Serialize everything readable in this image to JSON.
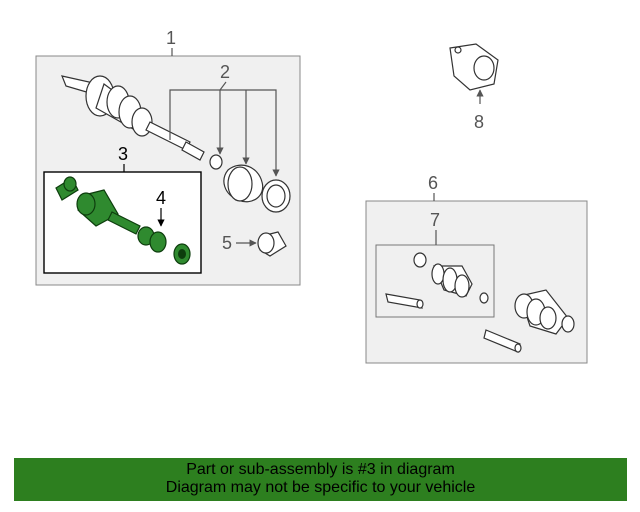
{
  "diagram": {
    "callouts": {
      "c1": "1",
      "c2": "2",
      "c3": "3",
      "c4": "4",
      "c5": "5",
      "c6": "6",
      "c7": "7",
      "c8": "8"
    },
    "highlighted_part": "3",
    "highlight_color": "#2f8a2f"
  },
  "banner": {
    "line1": "Part or sub-assembly is #3 in diagram",
    "line2": "Diagram may not be specific to your vehicle",
    "background": "#2d7f1f"
  }
}
